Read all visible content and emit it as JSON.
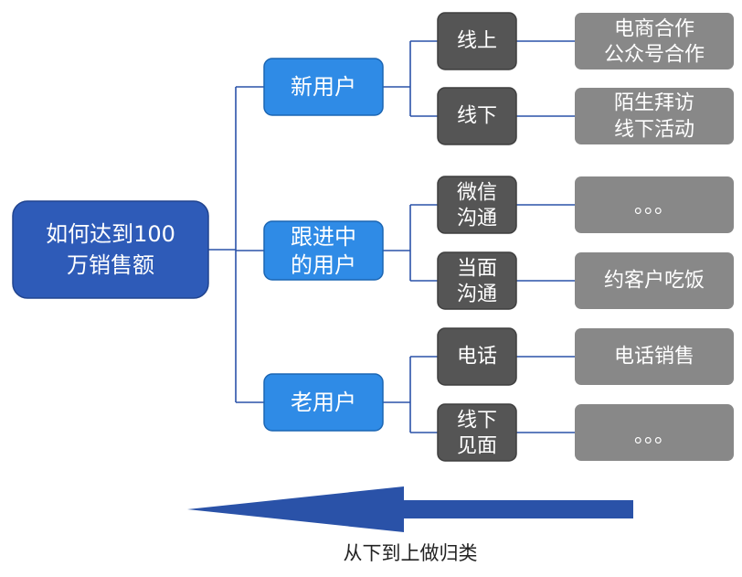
{
  "colors": {
    "root_fill": "#2e5bb8",
    "root_stroke": "#21448f",
    "category_fill": "#2f8be6",
    "category_stroke": "#1c66b3",
    "channel_fill": "#555555",
    "channel_stroke": "#3f3f3f",
    "leaf_fill": "#888888",
    "connector": "#2a52a8",
    "arrow": "#2a52a8"
  },
  "root": {
    "lines": [
      "如何达到100",
      "万销售额"
    ]
  },
  "categories": [
    {
      "lines": [
        "新用户"
      ],
      "channels": [
        {
          "lines": [
            "线上"
          ],
          "leaf": [
            "电商合作",
            "公众号合作"
          ]
        },
        {
          "lines": [
            "线下"
          ],
          "leaf": [
            "陌生拜访",
            "线下活动"
          ]
        }
      ]
    },
    {
      "lines": [
        "跟进中",
        "的用户"
      ],
      "channels": [
        {
          "lines": [
            "微信",
            "沟通"
          ],
          "leaf": [
            "。。。"
          ]
        },
        {
          "lines": [
            "当面",
            "沟通"
          ],
          "leaf": [
            "约客户吃饭"
          ]
        }
      ]
    },
    {
      "lines": [
        "老用户"
      ],
      "channels": [
        {
          "lines": [
            "电话"
          ],
          "leaf": [
            "电话销售"
          ]
        },
        {
          "lines": [
            "线下",
            "见面"
          ],
          "leaf": [
            "。。。"
          ]
        }
      ]
    }
  ],
  "caption": "从下到上做归类"
}
